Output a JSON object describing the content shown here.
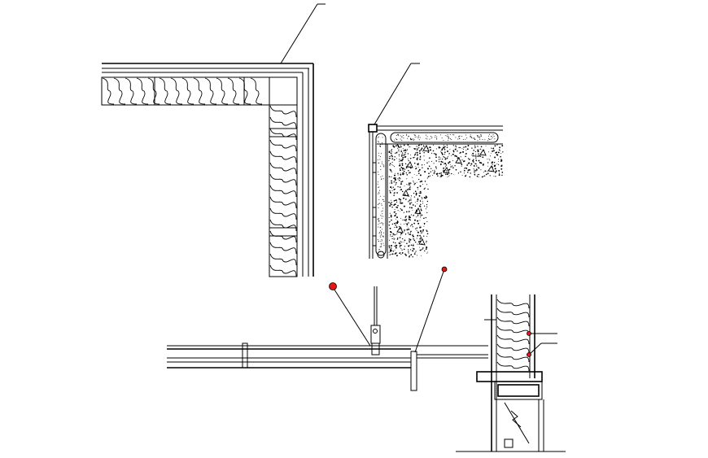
{
  "drawing": {
    "description_visible_text": [],
    "colors": {
      "line": "#000000",
      "background": "#ffffff",
      "marker_fill": "#e01818"
    },
    "details": [
      {
        "id": "insulated-wall-corner",
        "symbol": "batt-insulation"
      },
      {
        "id": "concrete-wall-corner",
        "symbol": "concrete-hatch"
      },
      {
        "id": "ceiling-wall-junction",
        "symbol": "section"
      }
    ],
    "markers": [
      {
        "id": "marker-left"
      },
      {
        "id": "marker-center"
      },
      {
        "id": "marker-right-upper"
      },
      {
        "id": "marker-right-lower"
      }
    ]
  }
}
